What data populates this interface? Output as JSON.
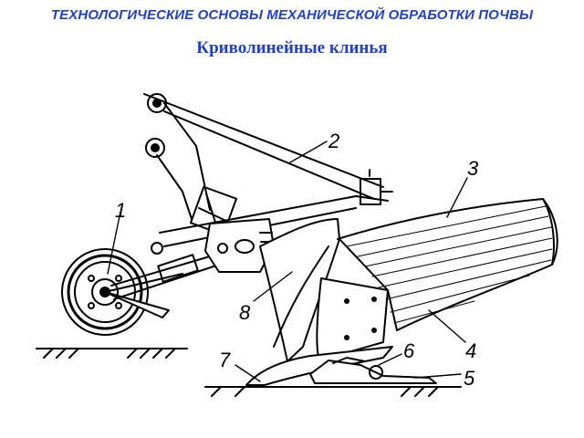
{
  "header": {
    "section_title": "ТЕХНОЛОГИЧЕСКИЕ ОСНОВЫ МЕХАНИЧЕСКОЙ ОБРАБОТКИ ПОЧВЫ",
    "subtitle": "Криволинейные клинья"
  },
  "figure": {
    "callouts": [
      {
        "id": "1",
        "label": "1"
      },
      {
        "id": "2",
        "label": "2"
      },
      {
        "id": "3",
        "label": "3"
      },
      {
        "id": "4",
        "label": "4"
      },
      {
        "id": "5",
        "label": "5"
      },
      {
        "id": "6",
        "label": "6"
      },
      {
        "id": "7",
        "label": "7"
      },
      {
        "id": "8",
        "label": "8"
      }
    ],
    "line_color": "#000000",
    "title_color": "#1f3fd0"
  }
}
